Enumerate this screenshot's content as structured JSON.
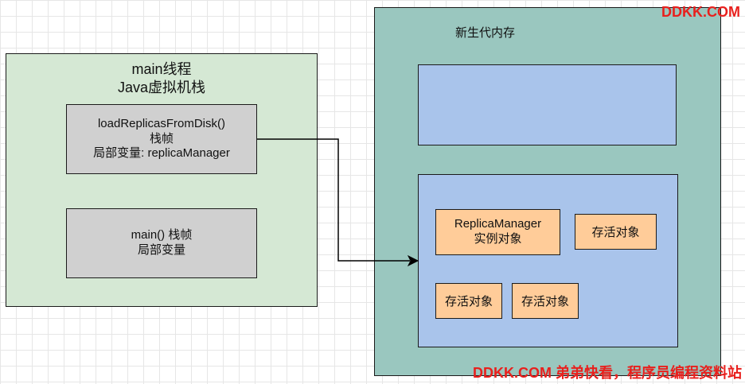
{
  "thread": {
    "title_line1": "main线程",
    "title_line2": "Java虚拟机栈"
  },
  "frames": {
    "load": {
      "line1": "loadReplicasFromDisk()",
      "line2": "栈帧",
      "line3": "局部变量: replicaManager"
    },
    "main": {
      "line1": "main() 栈帧",
      "line2": "局部变量"
    }
  },
  "heap": {
    "title": "新生代内存",
    "replica_object": {
      "line1": "ReplicaManager",
      "line2": "实例对象"
    },
    "alive_objects": [
      "存活对象",
      "存活对象",
      "存活对象"
    ]
  },
  "watermark": {
    "top": "DDKK.COM",
    "bottom": "DDKK.COM 弟弟快看，程序员编程资料站"
  },
  "colors": {
    "stack_bg": "#d5e8d4",
    "frame_bg": "#d0d0d0",
    "heap_bg": "#9ac7bf",
    "region_bg": "#a9c4eb",
    "object_bg": "#ffcc99",
    "watermark": "#e8201d"
  }
}
